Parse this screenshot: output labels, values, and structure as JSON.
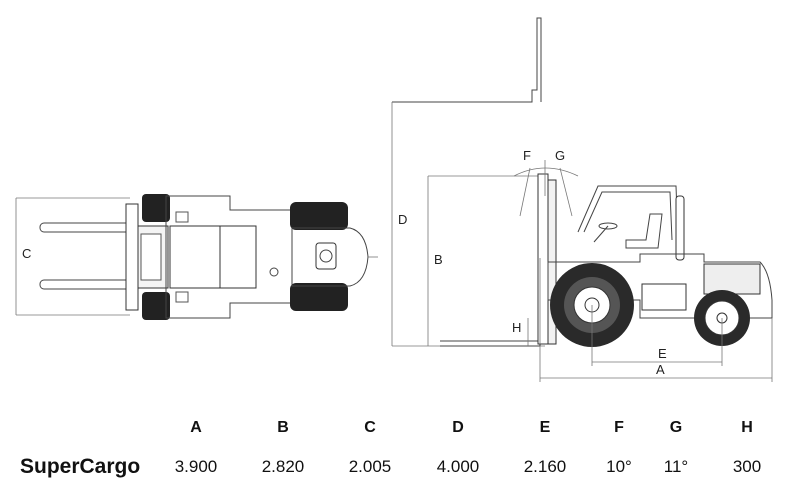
{
  "diagram": {
    "top_view_labels": {
      "c": "C"
    },
    "side_view_labels": {
      "d": "D",
      "b": "B",
      "f": "F",
      "g": "G",
      "h": "H",
      "e": "E",
      "a": "A"
    }
  },
  "table": {
    "headers": [
      "A",
      "B",
      "C",
      "D",
      "E",
      "F",
      "G",
      "H"
    ],
    "model": "SuperCargo",
    "values": [
      "3.900",
      "2.820",
      "2.005",
      "4.000",
      "2.160",
      "10°",
      "11°",
      "300"
    ]
  }
}
